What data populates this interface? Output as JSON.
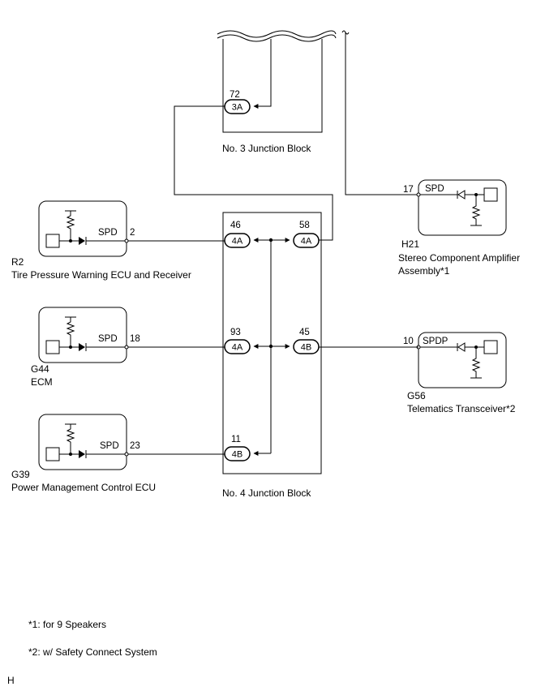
{
  "junction_blocks": {
    "jb3": {
      "label": "No. 3 Junction Block",
      "pin": "72",
      "connector": "3A"
    },
    "jb4": {
      "label": "No. 4 Junction Block",
      "pins": {
        "p46": "46",
        "p58": "58",
        "p93": "93",
        "p45": "45",
        "p11": "11"
      },
      "connectors": {
        "c46": "4A",
        "c58": "4A",
        "c93": "4A",
        "c45": "4B",
        "c11": "4B"
      }
    }
  },
  "components": {
    "r2": {
      "code": "R2",
      "name": "Tire Pressure Warning ECU and Receiver",
      "terminal": "SPD",
      "pin": "2"
    },
    "g44": {
      "code": "G44",
      "name": "ECM",
      "terminal": "SPD",
      "pin": "18"
    },
    "g39": {
      "code": "G39",
      "name": "Power Management Control ECU",
      "terminal": "SPD",
      "pin": "23"
    },
    "h21": {
      "code": "H21",
      "name_line1": "Stereo Component Amplifier",
      "name_line2": "Assembly*1",
      "terminal": "SPD",
      "pin": "17"
    },
    "g56": {
      "code": "G56",
      "name": "Telematics Transceiver*2",
      "terminal": "SPDP",
      "pin": "10"
    }
  },
  "notes": {
    "n1": "*1: for 9 Speakers",
    "n2": "*2: w/ Safety Connect System"
  },
  "corner_mark": "H"
}
